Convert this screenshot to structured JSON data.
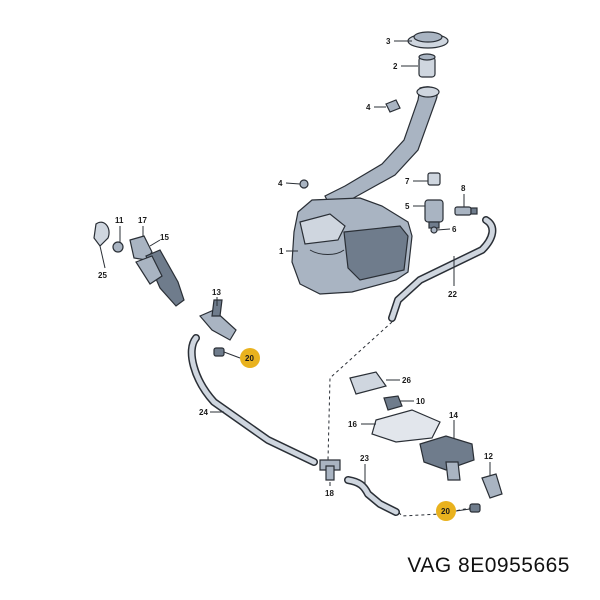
{
  "caption": "VAG 8E0955665",
  "callouts": {
    "c1": "1",
    "c2": "2",
    "c3": "3",
    "c4a": "4",
    "c4b": "4",
    "c5": "5",
    "c6": "6",
    "c7": "7",
    "c8": "8",
    "c10": "10",
    "c11": "11",
    "c12": "12",
    "c13": "13",
    "c14": "14",
    "c15": "15",
    "c16": "16",
    "c17": "17",
    "c18": "18",
    "c22": "22",
    "c23": "23",
    "c24": "24",
    "c25": "25",
    "c26": "26",
    "c20a": "20",
    "c20b": "20"
  },
  "colors": {
    "badge": "#e9b21e",
    "part": "#a9b4c2",
    "outline": "#2a2f36"
  }
}
